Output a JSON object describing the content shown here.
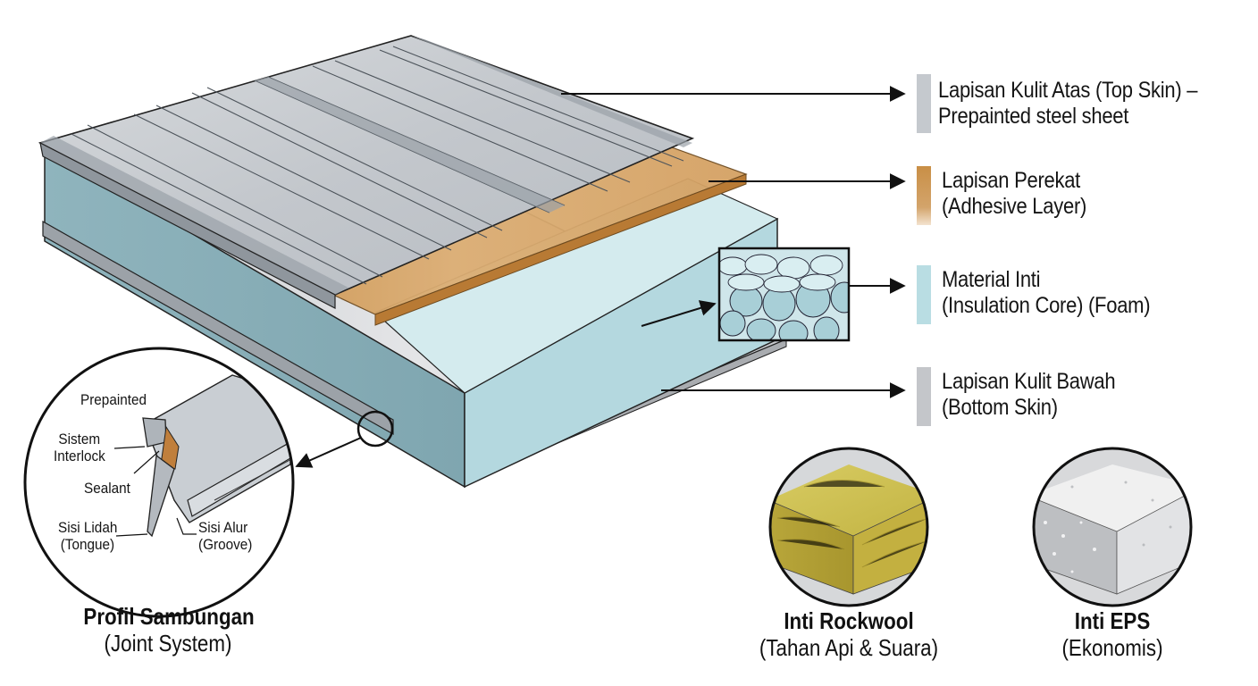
{
  "diagram": {
    "subject": "Sandwich panel cross-section (panel roof insulated)",
    "colors": {
      "top_skin": "#c5c9ce",
      "adhesive": "#c98f46",
      "core_foam": "#b9dde3",
      "bottom_skin": "#c4c6ca",
      "rockwool": "#c7b84a",
      "eps": "#e6e6e6",
      "outline": "#1a1a1a"
    },
    "layers": [
      {
        "id": "top-skin",
        "line1": "Lapisan Kulit Atas (Top Skin) –",
        "line2": "Prepainted steel sheet"
      },
      {
        "id": "adhesive",
        "line1": "Lapisan Perekat",
        "line2": "(Adhesive Layer)"
      },
      {
        "id": "core",
        "line1": "Material Inti",
        "line2": "(Insulation Core) (Foam)"
      },
      {
        "id": "bottom-skin",
        "line1": "Lapisan Kulit Bawah",
        "line2": "(Bottom Skin)"
      }
    ],
    "joint_detail": {
      "callouts": {
        "prepainted": "Prepainted",
        "interlock_1": "Sistem",
        "interlock_2": "Interlock",
        "sealant": "Sealant",
        "tongue_1": "Sisi Lidah",
        "tongue_2": "(Tongue)",
        "groove_1": "Sisi Alur",
        "groove_2": "(Groove)"
      },
      "title": "Profil Sambungan",
      "subtitle": "(Joint System)"
    },
    "core_options": [
      {
        "id": "rockwool",
        "title": "Inti Rockwool",
        "subtitle": "(Tahan Api & Suara)"
      },
      {
        "id": "eps",
        "title": "Inti EPS",
        "subtitle": "(Ekonomis)"
      }
    ]
  }
}
